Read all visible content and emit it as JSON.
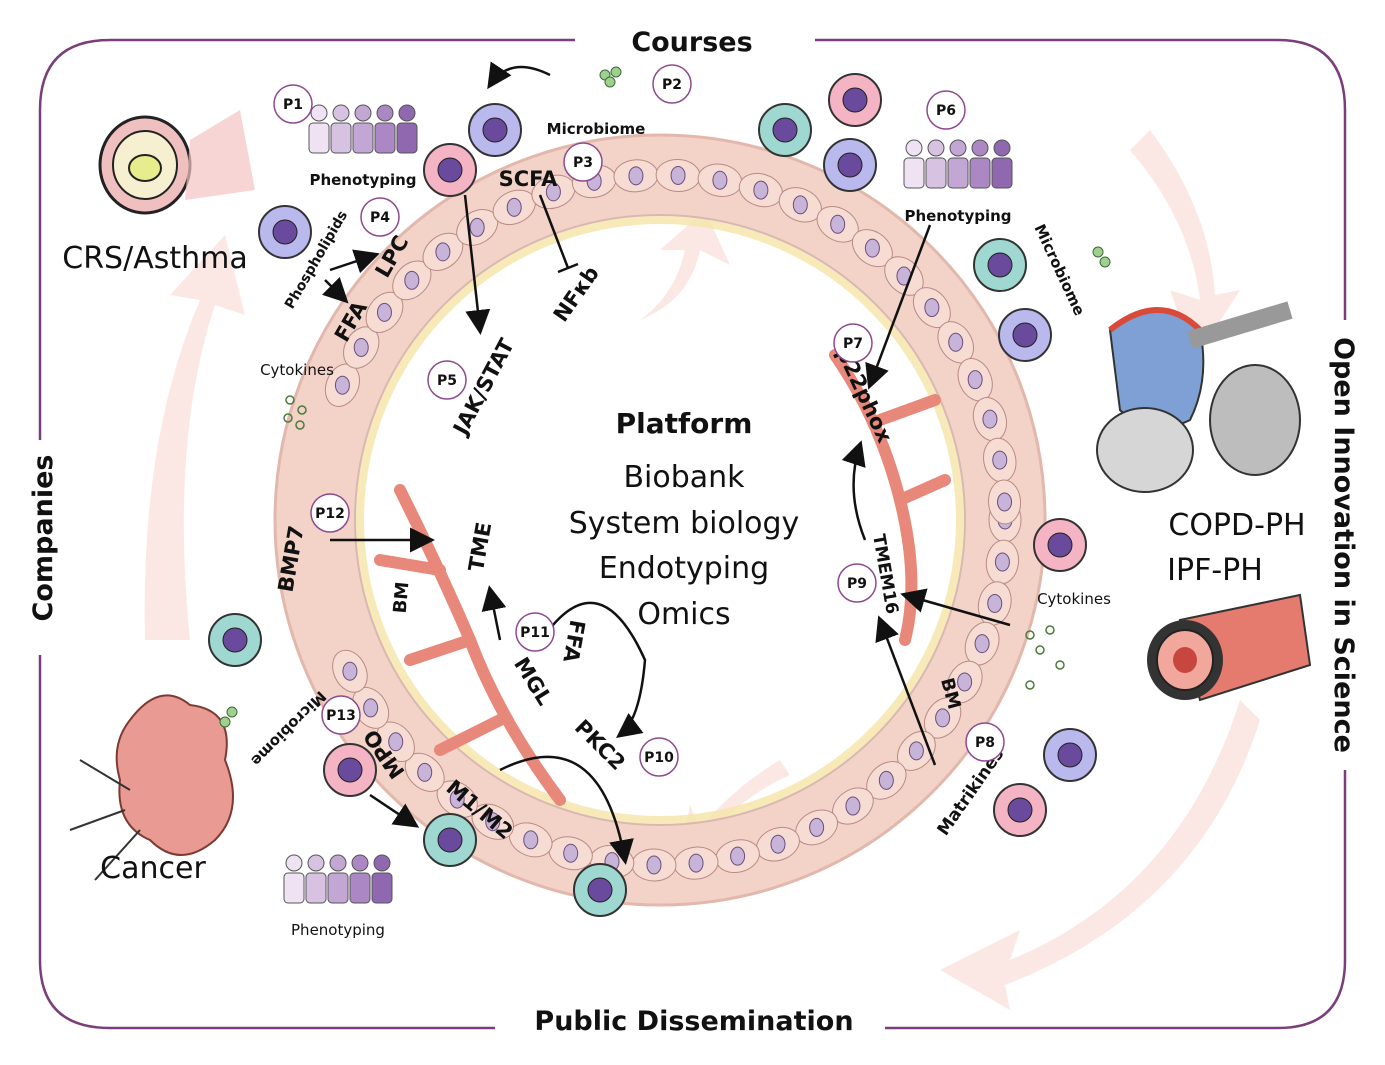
{
  "frame": {
    "top": "Courses",
    "bottom": "Public Dissemination",
    "left": "Companies",
    "right": "Open Innovation in Science"
  },
  "diseases": {
    "crs": "CRS/Asthma",
    "copd": "COPD-PH",
    "ipf": "IPF-PH",
    "cancer": "Cancer"
  },
  "platform": {
    "title": "Platform",
    "items": [
      "Biobank",
      "System biology",
      "Endotyping",
      "Omics"
    ]
  },
  "badges": [
    "P1",
    "P2",
    "P3",
    "P4",
    "P5",
    "P6",
    "P7",
    "P8",
    "P9",
    "P10",
    "P11",
    "P12",
    "P13"
  ],
  "labels": {
    "phenotyping": "Phenotyping",
    "microbiome": "Microbiome",
    "scfa": "SCFA",
    "nfkb": "NFκb",
    "phospholipids": "Phospholipids",
    "lpc": "LPC",
    "ffa": "FFA",
    "cytokines": "Cytokines",
    "jakstat": "JAK/STAT",
    "p22phox": "p22phox",
    "tmem16": "TMEM16",
    "bm": "BM",
    "matrikines": "Matrikines",
    "bmp7": "BMP7",
    "tme": "TME",
    "mgl": "MGL",
    "pkc2": "PKC2",
    "m1m2": "M1/M2",
    "mpo": "MPO"
  },
  "colors": {
    "frame": "#7a3f7a",
    "badge_border": "#8e4a8e",
    "tissue": "#f3d2c8",
    "cell_nucleus": "#a98cc8",
    "vessel": "#e8887a",
    "bg_arrow": "#fbe6e1"
  }
}
